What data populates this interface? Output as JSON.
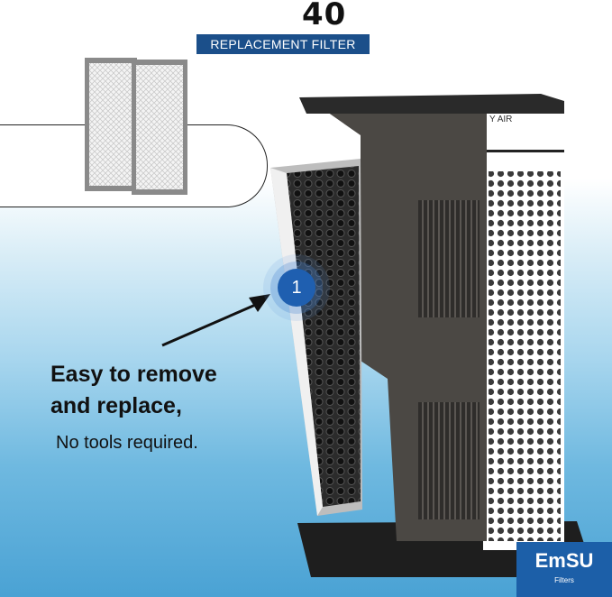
{
  "headline": {
    "count": "40",
    "label": "REPLACEMENT FILTER"
  },
  "callout": {
    "title_line1": "Easy to remove",
    "title_line2": "and replace,",
    "subtitle": "No tools required."
  },
  "step": {
    "number": "1"
  },
  "purifier": {
    "brand_partial": "Y AIR"
  },
  "logo": {
    "main": "EmSU",
    "sub": "Filters"
  },
  "colors": {
    "label_bg": "#1b4f8a",
    "badge": "#1f5fb0",
    "logo_bg": "#1c5fa8",
    "housing": "#4b4844",
    "panel": "#ffffff"
  }
}
